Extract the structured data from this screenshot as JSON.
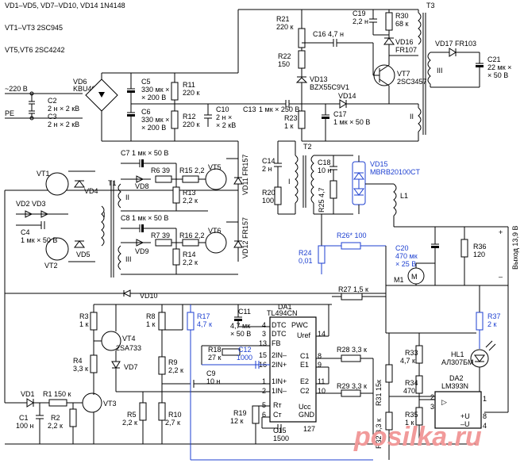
{
  "header": {
    "line1": "VD1–VD5, VD7–VD10, VD14 1N4148",
    "line2": "VT1–VT3 2SC945",
    "line3": "VT5,VT6 2SC4242"
  },
  "power_input": {
    "mains": "~220 В",
    "pe": "PE"
  },
  "labels": {
    "vd6": "VD6",
    "vd6_type": "KBU406",
    "c2": "C2",
    "c2_val": "2 н × 2 кВ",
    "c3": "C3",
    "c3_val": "2 н × 2 кВ",
    "c5": "C5",
    "c5_val1": "330 мк ×",
    "c5_val2": "× 200 В",
    "c6": "C6",
    "c6_val1": "330 мк ×",
    "c6_val2": "× 200 В",
    "r11": "R11",
    "r11_val": "220 к",
    "r12": "R12",
    "r12_val": "220 к",
    "c10": "C10",
    "c10_val1": "2 н ×",
    "c10_val2": "× 2 кВ",
    "c13": "C13",
    "c13_val": "1 мк × 250 В",
    "r21": "R21",
    "r21_val": "220 к",
    "r22": "R22",
    "r22_val": "150",
    "c16": "C16 4,7 н",
    "c19": "C19",
    "c19_val": "2,2 н",
    "r30": "R30",
    "r30_val": "68 к",
    "t3": "T3",
    "vd16": "VD16",
    "vd16_type": "FR107",
    "vd17": "VD17 FR103",
    "c21": "C21",
    "c21_val1": "22 мк ×",
    "c21_val2": "× 50 В",
    "vd13": "VD13",
    "vd13_type": "BZX55C9V1",
    "vt7": "VT7",
    "vt7_type": "2SC3457",
    "vd14": "VD14",
    "r23": "R23",
    "r23_val": "1 к",
    "c17": "C17",
    "c17_val": "1 мк × 50 В",
    "w_iii": "III",
    "w_ii": "II",
    "w_i": "I",
    "c14": "C14",
    "c14_val": "2 н",
    "t2": "T2",
    "c18": "C18",
    "c18_val": "10 н",
    "vd15": "VD15",
    "vd15_type": "MBRB20100CT",
    "r20": "R20",
    "r20_val": "100",
    "r25": "R25 4,7",
    "l1": "L1",
    "vt1": "VT1",
    "vt2": "VT2",
    "vd2vd3": "VD2 VD3",
    "vd4": "VD4",
    "vd5": "VD5",
    "c4": "C4",
    "c4_val": "1 мк × 50 В",
    "t1": "T1",
    "c7": "C7 1 мк × 50 В",
    "c8": "C8 1 мк × 50 В",
    "vd8": "VD8",
    "vd9": "VD9",
    "r6": "R6 39",
    "r7": "R7 39",
    "r15": "R15 2,2",
    "r16": "R16 2,2",
    "r13": "R13",
    "r13_val": "2,2 к",
    "r14": "R14",
    "r14_val": "2,2 к",
    "vt5": "VT5",
    "vt6": "VT6",
    "vd11": "VD11 FR157",
    "vd12": "VD12 FR157",
    "r24": "R24",
    "r24_val": "0,01",
    "r26": "R26* 100",
    "c20": "C20",
    "c20_val1": "470 мк",
    "c20_val2": "× 25 В",
    "r36": "R36",
    "r36_val": "120",
    "m1": "M1",
    "out": "Выход 13,9 В",
    "vd10": "VD10",
    "r27": "R27 1,5 к",
    "da1": "DA1",
    "da1_type": "TL494CN",
    "r3": "R3",
    "r3_val": "1 к",
    "r8": "R8",
    "r8_val": "1 к",
    "r17": "R17",
    "r17_val": "4,7 к",
    "c11": "C11",
    "c11_val1": "4,7 мк",
    "c11_val2": "× 50 В",
    "vt4": "VT4",
    "vt4_type": "2SA733",
    "r4": "R4",
    "r4_val": "3,3 к",
    "vd7": "VD7",
    "r18": "R18",
    "r18_val": "27 к",
    "c12": "C12",
    "c12_val": "1000",
    "r9": "R9",
    "r9_val": "2,2 к",
    "c9": "C9",
    "c9_val": "10 н",
    "r28": "R28 3,3 к",
    "r29": "R29 3,3 к",
    "r37": "R37",
    "r37_val": "2 к",
    "hl1": "HL1",
    "hl1_type": "АЛ307БМ",
    "r33": "R33",
    "r33_val": "4,7 к",
    "r34": "R34",
    "r34_val": "470",
    "r31": "R31 15к",
    "r32": "R32 3,3 к",
    "r35": "R35",
    "r35_val": "1 к",
    "da2": "DA2",
    "da2_type": "LM393N",
    "vd1": "VD1",
    "r1": "R1 150 к",
    "vt3": "VT3",
    "c1": "C1",
    "c1_val": "100 н",
    "r2": "R2",
    "r2_val": "2,2 к",
    "r5": "R5",
    "r5_val": "2,2 к",
    "r10": "R10",
    "r10_val": "2,7 к",
    "r19": "R19",
    "r19_val": "12 к",
    "c15": "C15",
    "c15_val": "1500",
    "pin_dtc": "DTC",
    "pin_pwc": "PWC",
    "pin_uref": "Uref",
    "pin_fb": "FB",
    "pin_2in_m": "2IN–",
    "pin_2in_p": "2IN+",
    "pin_1in_p": "1IN+",
    "pin_1in_m": "1IN–",
    "pin_c1": "C1",
    "pin_e1": "E1",
    "pin_e2": "E2",
    "pin_c2": "C2",
    "pin_rt": "Rт",
    "pin_ct": "Cт",
    "pin_ucc": "Uсс",
    "pin_gnd": "GND",
    "da2_in": "–U",
    "da2_plus": "+U",
    "watermark": "posilka.ru"
  },
  "pins_da1": [
    "4",
    "3",
    "13",
    "15",
    "16",
    "1",
    "2",
    "5",
    "6",
    "12",
    "7",
    "14",
    "8",
    "9",
    "11",
    "10"
  ],
  "pins_da2": [
    "1",
    "2",
    "3",
    "4",
    "8"
  ],
  "colors": {
    "highlight": "#1c3fd0",
    "wire": "#000000",
    "watermark": "#f19a9a"
  }
}
